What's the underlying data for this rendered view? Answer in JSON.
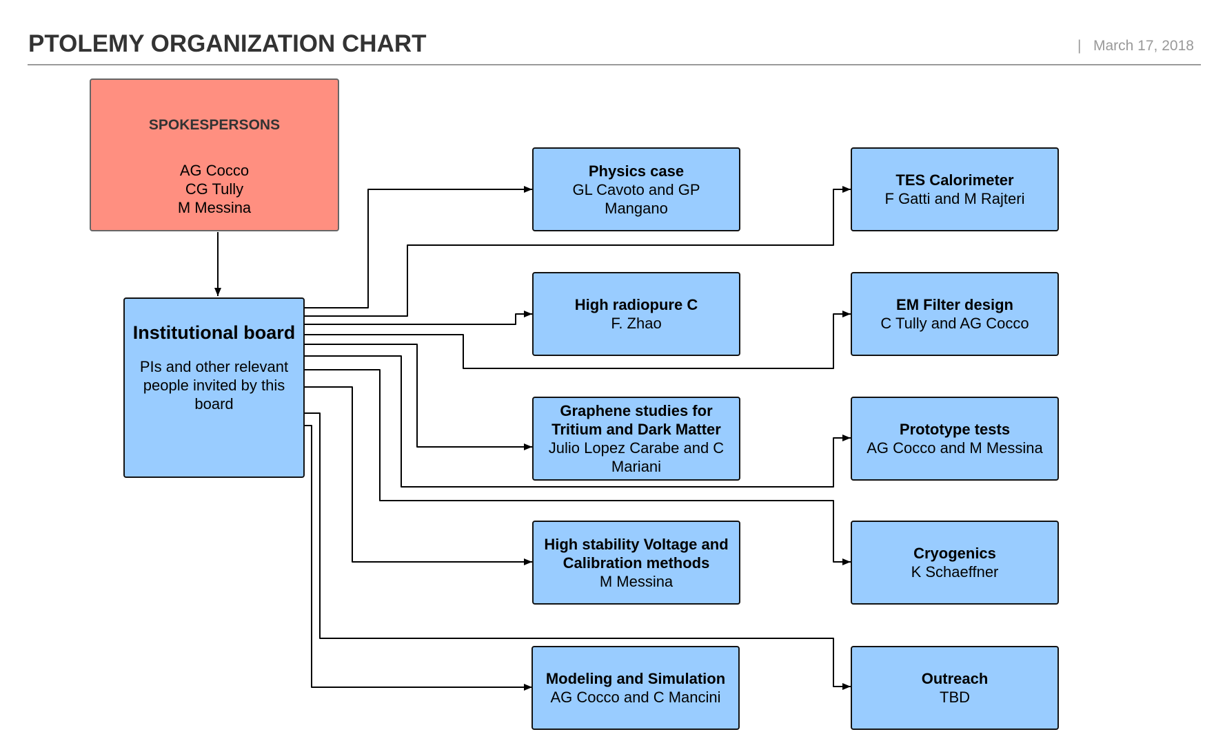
{
  "header": {
    "title": "PTOLEMY ORGANIZATION CHART",
    "separator": "|",
    "date": "March 17, 2018"
  },
  "spokespersons": {
    "title": "SPOKESPERSONS",
    "members": [
      "AG Cocco",
      "CG Tully",
      "M Messina"
    ],
    "color": "#ff8f80"
  },
  "institutional_board": {
    "title": "Institutional board",
    "description": "PIs and other relevant people invited by this board",
    "color": "#99ccff"
  },
  "working_groups": [
    {
      "title": "Physics case",
      "people": "GL Cavoto and GP Mangano"
    },
    {
      "title": "High radiopure C",
      "people": "F. Zhao"
    },
    {
      "title": "Graphene studies for Tritium and Dark Matter",
      "people": "Julio Lopez Carabe and C Mariani"
    },
    {
      "title": "High stability Voltage and Calibration methods",
      "people": "M Messina"
    },
    {
      "title": "Modeling and Simulation",
      "people": "AG Cocco  and C Mancini"
    },
    {
      "title": "TES Calorimeter",
      "people": "F Gatti and M Rajteri"
    },
    {
      "title": "EM Filter design",
      "people": "C Tully and AG Cocco"
    },
    {
      "title": "Prototype tests",
      "people": "AG Cocco and M Messina"
    },
    {
      "title": "Cryogenics",
      "people": "K Schaeffner"
    },
    {
      "title": "Outreach",
      "people": "TBD"
    }
  ]
}
